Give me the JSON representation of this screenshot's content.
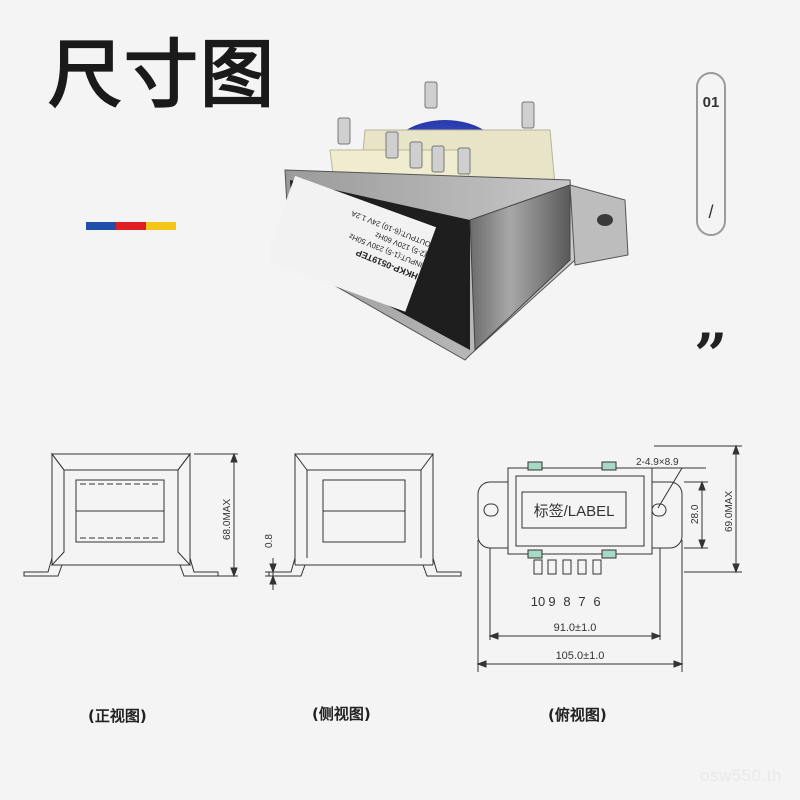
{
  "title": "尺寸图",
  "pill": {
    "number": "01",
    "divider": "/"
  },
  "colors": {
    "bar": [
      "#1f4fa8",
      "#e02020",
      "#f5c518"
    ]
  },
  "product_label": {
    "lines": [
      "HKKP-0519TEP",
      "INPUT:(1-5) 230V 50Hz",
      "(2-5) 120V 60Hz",
      "OUTPUT:(6-10) 24V 1.2A"
    ]
  },
  "views": {
    "front": {
      "caption": "(正视图)",
      "height_dim": "68.0MAX"
    },
    "side": {
      "caption": "(侧视图)",
      "thickness_dim": "0.8"
    },
    "top": {
      "caption": "(俯视图)",
      "label_text": "标签/LABEL",
      "hole_spec": "2-4.9×8.9",
      "dim_28": "28.0",
      "dim_69": "69.0MAX",
      "dim_91": "91.0±1.0",
      "dim_105": "105.0±1.0",
      "pins": [
        "10",
        "9",
        "8",
        "7",
        "6"
      ]
    }
  },
  "watermark": "osw550.th"
}
